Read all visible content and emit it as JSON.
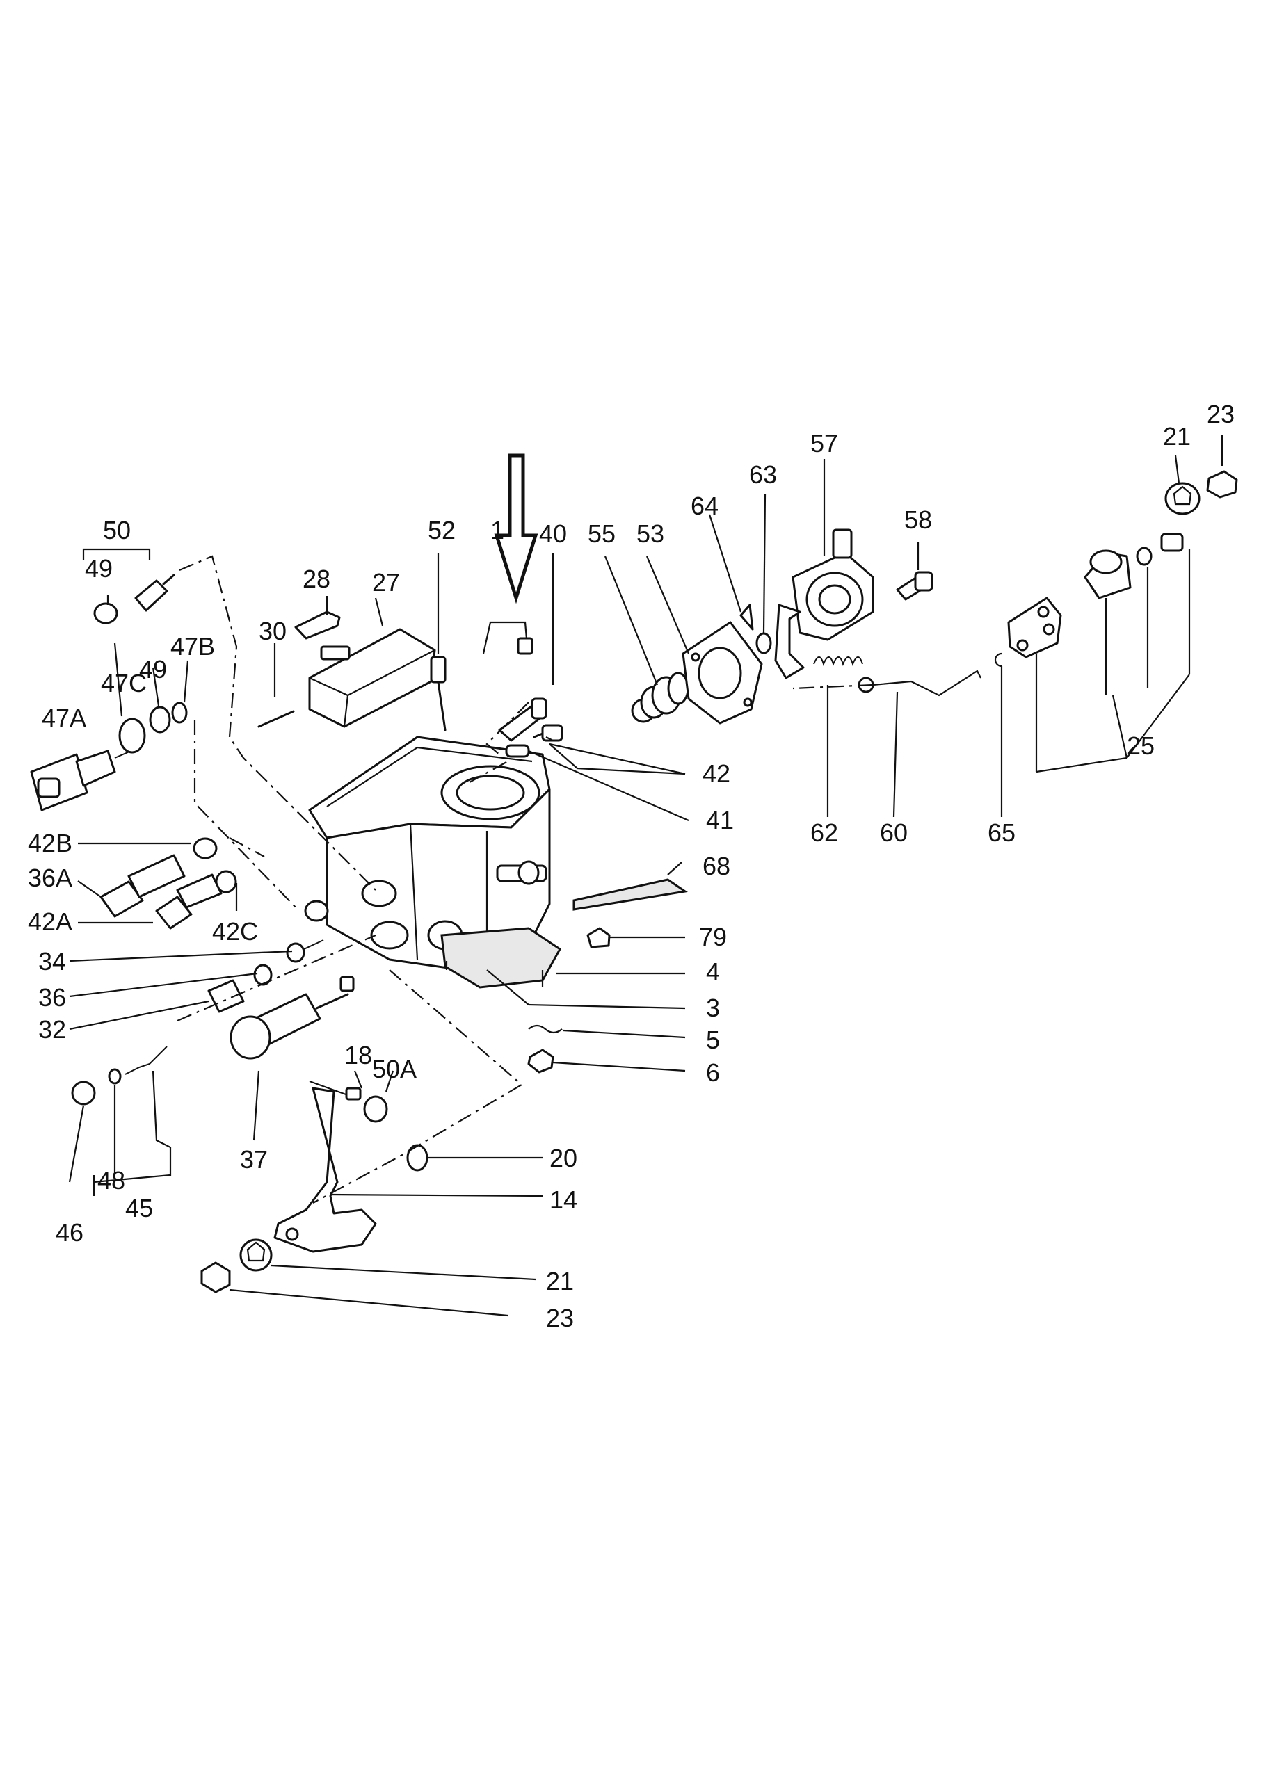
{
  "diagram": {
    "labels": {
      "l3": "3",
      "l4": "4",
      "l5": "5",
      "l6": "6",
      "l14": "14",
      "l18": "18",
      "l1": "1",
      "l20": "20",
      "l21a": "21",
      "l21b": "21",
      "l23a": "23",
      "l23b": "23",
      "l25": "25",
      "l27": "27",
      "l28": "28",
      "l30": "30",
      "l32": "32",
      "l34": "34",
      "l36": "36",
      "l36A": "36A",
      "l37": "37",
      "l40": "40",
      "l41": "41",
      "l42": "42",
      "l42A": "42A",
      "l42B": "42B",
      "l42C": "42C",
      "l45": "45",
      "l46": "46",
      "l47A": "47A",
      "l47B": "47B",
      "l47C": "47C",
      "l48": "48",
      "l49a": "49",
      "l49b": "49",
      "l50": "50",
      "l50A": "50A",
      "l52": "52",
      "l53": "53",
      "l55": "55",
      "l57": "57",
      "l58": "58",
      "l60": "60",
      "l62": "62",
      "l63": "63",
      "l64": "64",
      "l65": "65",
      "l68": "68",
      "l79": "79"
    }
  }
}
